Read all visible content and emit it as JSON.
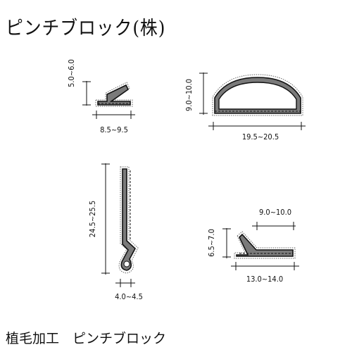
{
  "title": "ピンチブロック(株)",
  "caption": "植毛加工　ピンチブロック",
  "profiles": [
    {
      "name": "small-lip-profile",
      "height_dim": "5.0~6.0",
      "width_dim": "8.5~9.5"
    },
    {
      "name": "arch-profile",
      "height_dim": "9.0~10.0",
      "width_dim": "19.5~20.5"
    },
    {
      "name": "tall-strip-profile",
      "height_dim": "24.5~25.5",
      "width_dim": "4.0~4.5"
    },
    {
      "name": "angled-profile",
      "height_dim": "6.5~7.0",
      "top_dim": "9.0~10.0",
      "width_dim": "13.0~14.0"
    }
  ]
}
